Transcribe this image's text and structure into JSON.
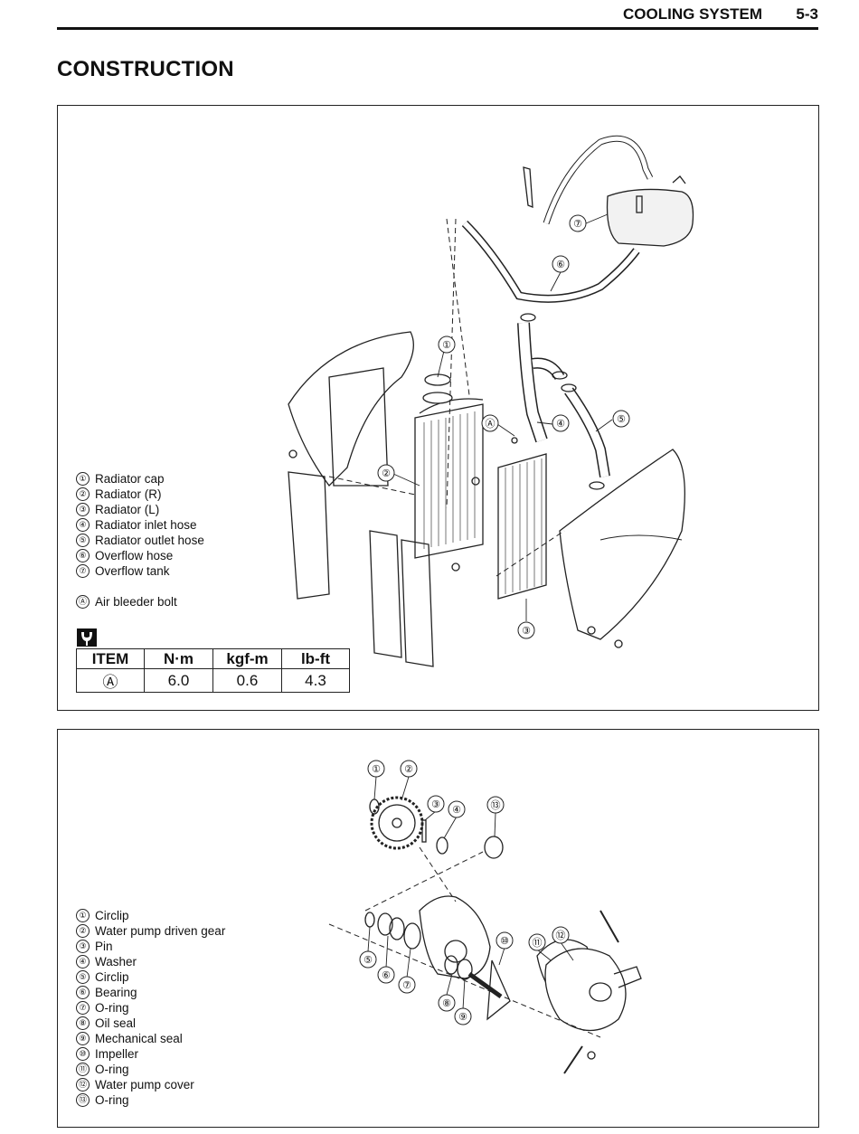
{
  "header": {
    "section": "COOLING SYSTEM",
    "page": "5-3"
  },
  "title": "CONSTRUCTION",
  "panel1": {
    "legend": [
      {
        "num": "①",
        "label": "Radiator cap"
      },
      {
        "num": "②",
        "label": "Radiator (R)"
      },
      {
        "num": "③",
        "label": "Radiator (L)"
      },
      {
        "num": "④",
        "label": "Radiator inlet hose"
      },
      {
        "num": "⑤",
        "label": "Radiator outlet hose"
      },
      {
        "num": "⑥",
        "label": "Overflow hose"
      },
      {
        "num": "⑦",
        "label": "Overflow tank"
      }
    ],
    "legend_extra": {
      "num": "Ⓐ",
      "label": "Air bleeder bolt"
    },
    "torque_icon": "torque-wrench-icon",
    "torque_table": {
      "headers": [
        "ITEM",
        "N·m",
        "kgf-m",
        "lb-ft"
      ],
      "rows": [
        [
          "Ⓐ",
          "6.0",
          "0.6",
          "4.3"
        ]
      ]
    },
    "callouts": [
      "①",
      "②",
      "③",
      "④",
      "⑤",
      "⑥",
      "⑦",
      "Ⓐ"
    ]
  },
  "panel2": {
    "legend": [
      {
        "num": "①",
        "label": "Circlip"
      },
      {
        "num": "②",
        "label": "Water pump driven gear"
      },
      {
        "num": "③",
        "label": "Pin"
      },
      {
        "num": "④",
        "label": "Washer"
      },
      {
        "num": "⑤",
        "label": "Circlip"
      },
      {
        "num": "⑥",
        "label": "Bearing"
      },
      {
        "num": "⑦",
        "label": "O-ring"
      },
      {
        "num": "⑧",
        "label": "Oil seal"
      },
      {
        "num": "⑨",
        "label": "Mechanical seal"
      },
      {
        "num": "⑩",
        "label": "Impeller"
      },
      {
        "num": "⑪",
        "label": "O-ring"
      },
      {
        "num": "⑫",
        "label": "Water pump cover"
      },
      {
        "num": "⑬",
        "label": "O-ring"
      }
    ],
    "callouts": [
      "①",
      "②",
      "③",
      "④",
      "⑬",
      "⑤",
      "⑥",
      "⑦",
      "⑧",
      "⑨",
      "⑩",
      "⑪",
      "⑫"
    ]
  }
}
